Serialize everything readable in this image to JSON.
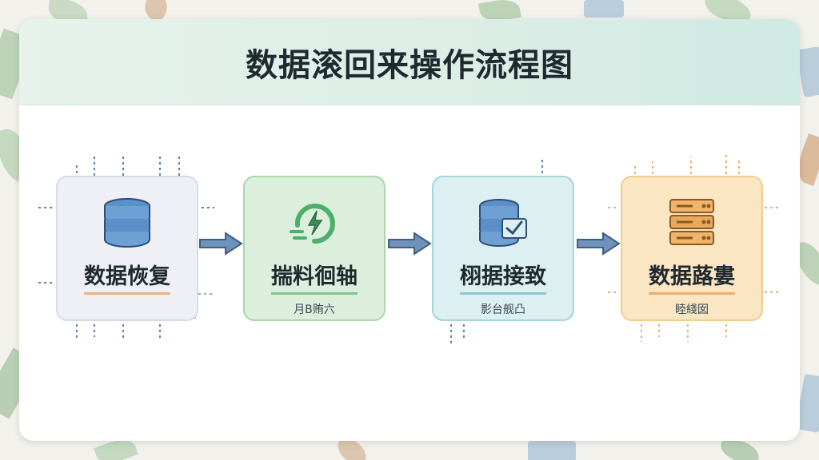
{
  "title": "数据滚回来操作流程图",
  "steps": [
    {
      "label": "数据恢复",
      "sub": "",
      "icon": "database-icon"
    },
    {
      "label": "揣料徊轴",
      "sub": "月B贿六",
      "icon": "refresh-bolt-icon"
    },
    {
      "label": "栩据接致",
      "sub": "影台舰凸",
      "icon": "database-check-icon"
    },
    {
      "label": "数据蕗婁",
      "sub": "睦綫囡",
      "icon": "server-stack-icon"
    }
  ],
  "colors": {
    "step1": "#eef0f6",
    "step2": "#dcefdc",
    "step3": "#dceff1",
    "step4": "#fbe6c4",
    "arrow": "#5b7fa8"
  }
}
